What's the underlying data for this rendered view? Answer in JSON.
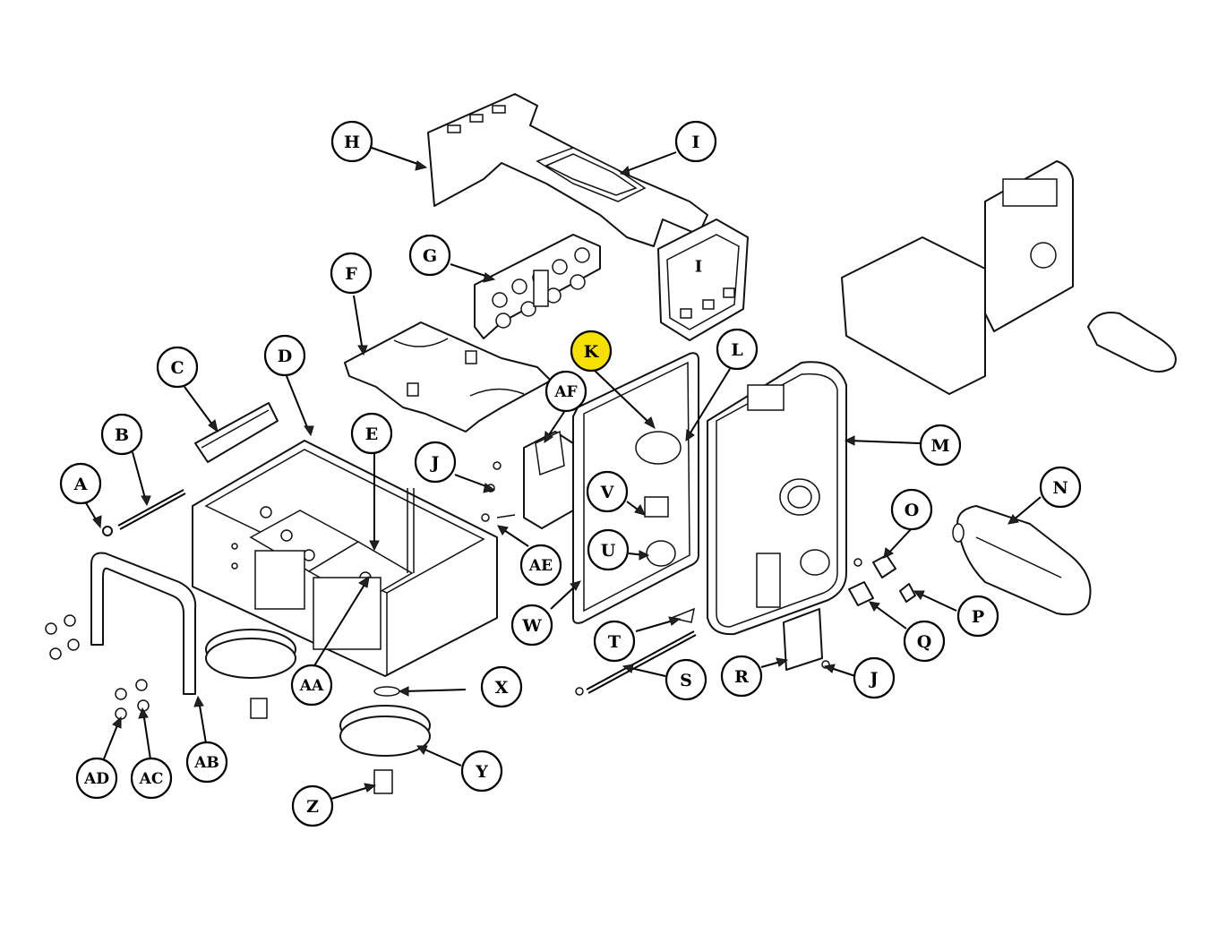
{
  "diagram": {
    "highlight_color": "#f5e000",
    "callouts": [
      {
        "id": "H",
        "label": "H",
        "highlighted": false
      },
      {
        "id": "I1",
        "label": "I",
        "highlighted": false
      },
      {
        "id": "I2",
        "label": "I",
        "highlighted": false
      },
      {
        "id": "G",
        "label": "G",
        "highlighted": false
      },
      {
        "id": "F",
        "label": "F",
        "highlighted": false
      },
      {
        "id": "K",
        "label": "K",
        "highlighted": true
      },
      {
        "id": "L",
        "label": "L",
        "highlighted": false
      },
      {
        "id": "C",
        "label": "C",
        "highlighted": false
      },
      {
        "id": "D",
        "label": "D",
        "highlighted": false
      },
      {
        "id": "AF",
        "label": "AF",
        "highlighted": false
      },
      {
        "id": "M",
        "label": "M",
        "highlighted": false
      },
      {
        "id": "B",
        "label": "B",
        "highlighted": false
      },
      {
        "id": "E",
        "label": "E",
        "highlighted": false
      },
      {
        "id": "J1",
        "label": "J",
        "highlighted": false
      },
      {
        "id": "A",
        "label": "A",
        "highlighted": false
      },
      {
        "id": "V",
        "label": "V",
        "highlighted": false
      },
      {
        "id": "N",
        "label": "N",
        "highlighted": false
      },
      {
        "id": "O",
        "label": "O",
        "highlighted": false
      },
      {
        "id": "U",
        "label": "U",
        "highlighted": false
      },
      {
        "id": "AE",
        "label": "AE",
        "highlighted": false
      },
      {
        "id": "P",
        "label": "P",
        "highlighted": false
      },
      {
        "id": "W",
        "label": "W",
        "highlighted": false
      },
      {
        "id": "T",
        "label": "T",
        "highlighted": false
      },
      {
        "id": "Q",
        "label": "Q",
        "highlighted": false
      },
      {
        "id": "R",
        "label": "R",
        "highlighted": false
      },
      {
        "id": "J2",
        "label": "J",
        "highlighted": false
      },
      {
        "id": "S",
        "label": "S",
        "highlighted": false
      },
      {
        "id": "AA",
        "label": "AA",
        "highlighted": false
      },
      {
        "id": "X",
        "label": "X",
        "highlighted": false
      },
      {
        "id": "AB",
        "label": "AB",
        "highlighted": false
      },
      {
        "id": "Y",
        "label": "Y",
        "highlighted": false
      },
      {
        "id": "AD",
        "label": "AD",
        "highlighted": false
      },
      {
        "id": "AC",
        "label": "AC",
        "highlighted": false
      },
      {
        "id": "Z",
        "label": "Z",
        "highlighted": false
      }
    ]
  }
}
